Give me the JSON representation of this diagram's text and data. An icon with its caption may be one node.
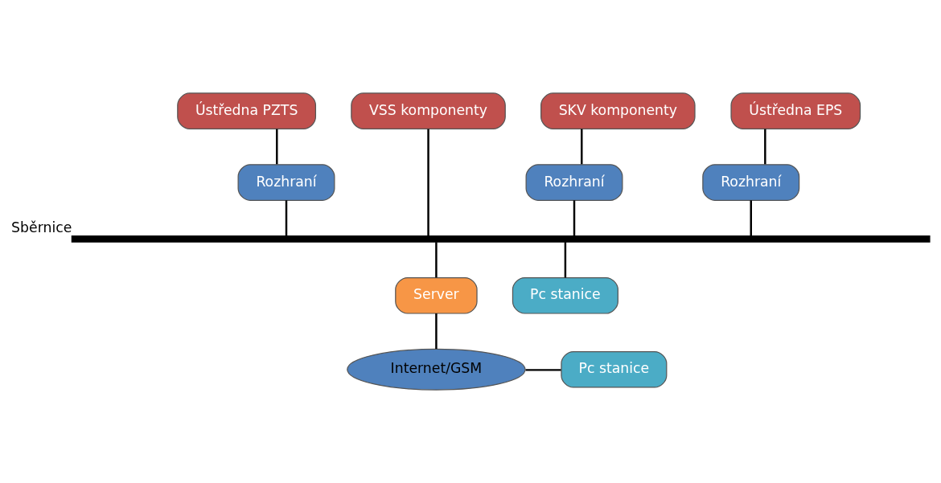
{
  "diagram": {
    "nodes": [
      {
        "text": [
          "Ústředna PZTS"
        ]
      },
      {
        "text": [
          "VSS komponenty"
        ]
      },
      {
        "text": [
          "SKV komponenty"
        ]
      },
      {
        "text": [
          "Ústředna EPS"
        ]
      },
      {
        "text": [
          "Rozhraní"
        ]
      },
      {
        "text": [
          "Rozhraní"
        ]
      },
      {
        "text": [
          "Rozhraní"
        ]
      },
      {
        "text": [],
        "shape": "bar",
        "beside": [
          "Sběrnice"
        ]
      },
      {
        "text": [
          "Server"
        ]
      },
      {
        "text": [
          "Pc stanice"
        ]
      },
      {
        "text": [
          "Internet/GSM"
        ]
      },
      {
        "text": [
          "Pc stanice"
        ]
      }
    ],
    "edges": [
      {
        "from": 0,
        "to": 4,
        "arrow": "none"
      },
      {
        "from": 4,
        "to": 7,
        "arrow": "none"
      },
      {
        "from": 1,
        "to": 7,
        "arrow": "none"
      },
      {
        "from": 2,
        "to": 5,
        "arrow": "none"
      },
      {
        "from": 5,
        "to": 7,
        "arrow": "none"
      },
      {
        "from": 3,
        "to": 6,
        "arrow": "none"
      },
      {
        "from": 6,
        "to": 7,
        "arrow": "none"
      },
      {
        "from": 7,
        "to": 8,
        "arrow": "none"
      },
      {
        "from": 7,
        "to": 9,
        "arrow": "none"
      },
      {
        "from": 8,
        "to": 10,
        "arrow": "none"
      },
      {
        "from": 10,
        "to": 11,
        "arrow": "none"
      }
    ]
  }
}
